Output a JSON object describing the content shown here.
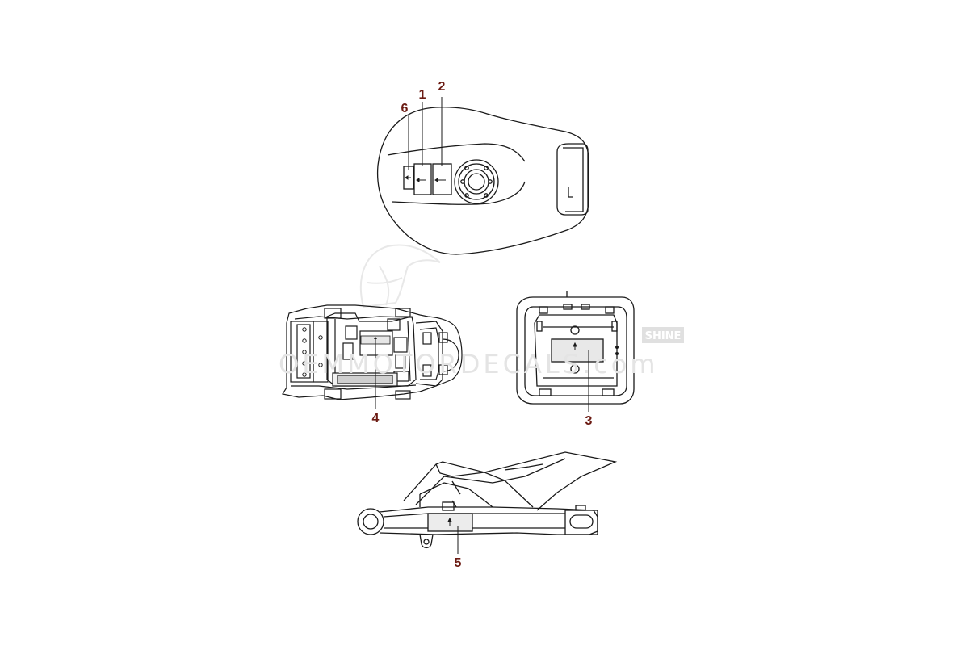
{
  "diagram": {
    "callouts": [
      {
        "id": "c6",
        "label": "6"
      },
      {
        "id": "c1",
        "label": "1"
      },
      {
        "id": "c2",
        "label": "2"
      },
      {
        "id": "c4",
        "label": "4"
      },
      {
        "id": "c3",
        "label": "3"
      },
      {
        "id": "c5",
        "label": "5"
      }
    ],
    "watermark": {
      "text": "OEMMOTORDECALS.com",
      "badge": "SHINE"
    }
  },
  "colors": {
    "line": "#1a1a1a",
    "callout": "#6b1a12",
    "watermark": "#e4e4e4"
  }
}
